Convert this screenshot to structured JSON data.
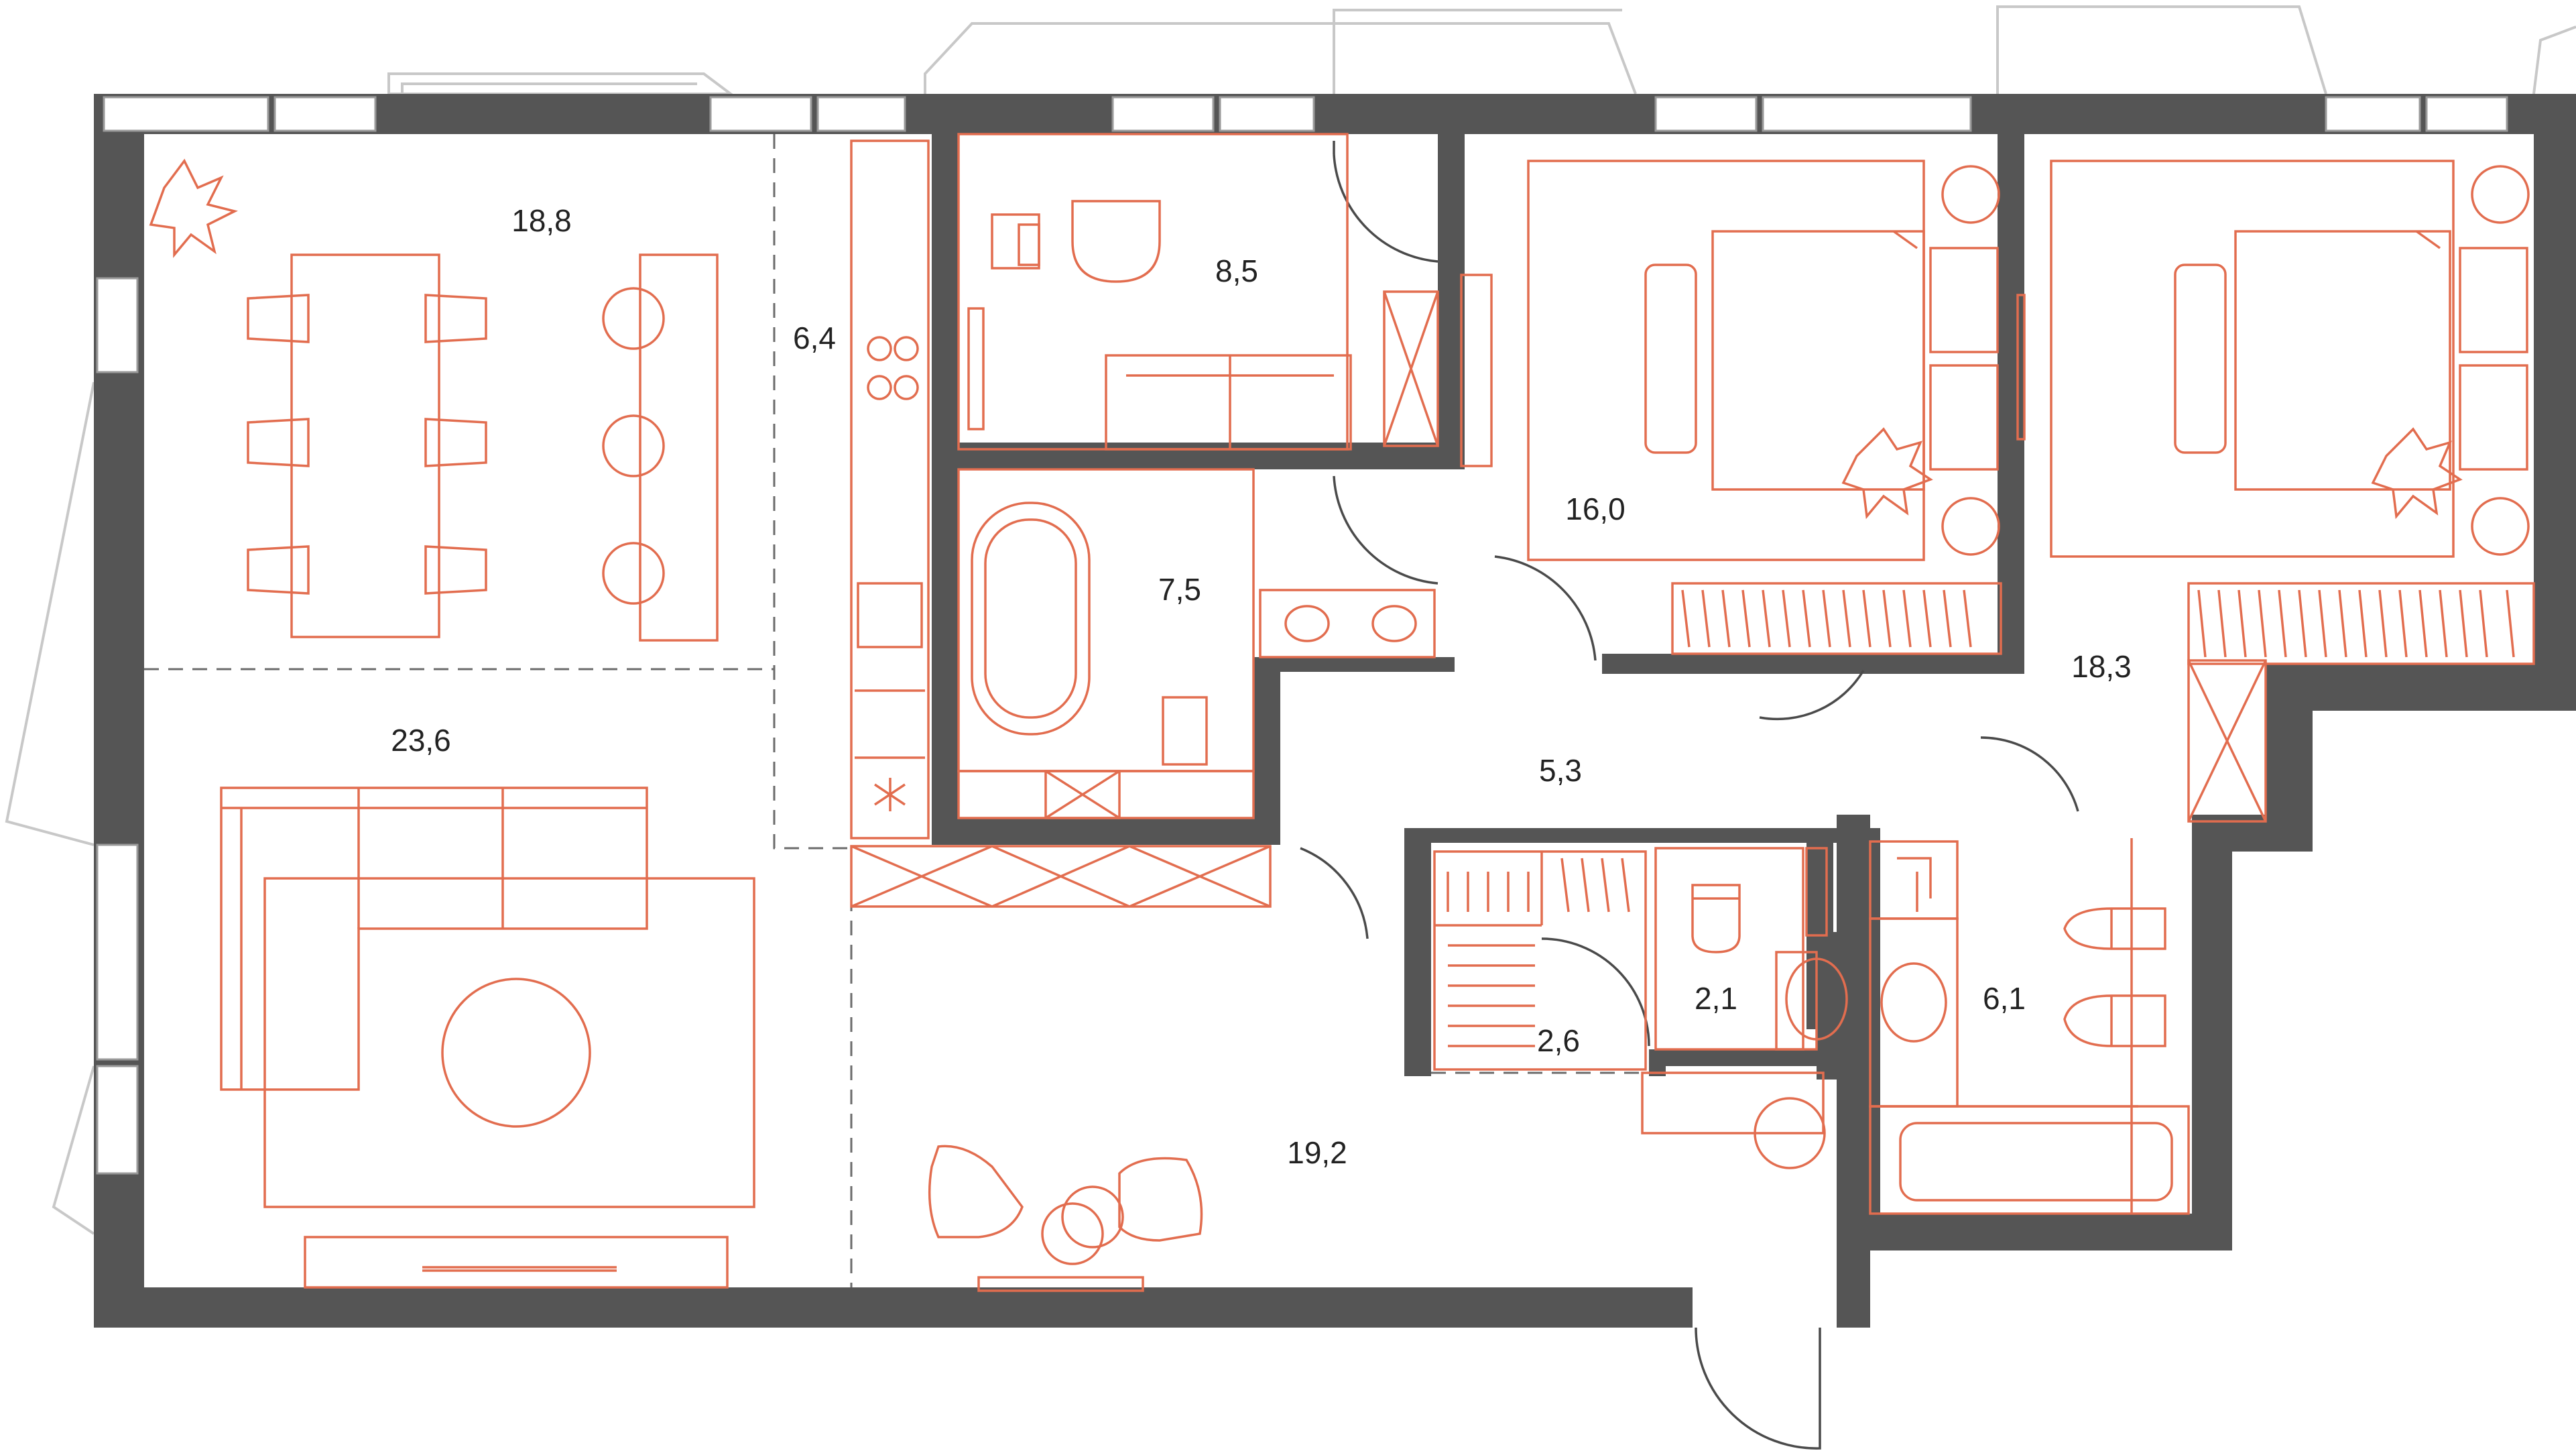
{
  "colors": {
    "wall": "#555555",
    "furniture": "#e26d4f",
    "door": "#4a4a4a",
    "background": "#ffffff"
  },
  "rooms": [
    {
      "id": "dining",
      "area": "18,8"
    },
    {
      "id": "living",
      "area": "23,6"
    },
    {
      "id": "kitchen",
      "area": "6,4"
    },
    {
      "id": "bathroom-top",
      "area": "8,5"
    },
    {
      "id": "bathroom-tub",
      "area": "7,5"
    },
    {
      "id": "bedroom-left",
      "area": "16,0"
    },
    {
      "id": "bedroom-right",
      "area": "18,3"
    },
    {
      "id": "corridor",
      "area": "5,3"
    },
    {
      "id": "wardrobe",
      "area": "2,6"
    },
    {
      "id": "toilet",
      "area": "2,1"
    },
    {
      "id": "bathroom-right",
      "area": "6,1"
    },
    {
      "id": "hall",
      "area": "19,2"
    }
  ]
}
